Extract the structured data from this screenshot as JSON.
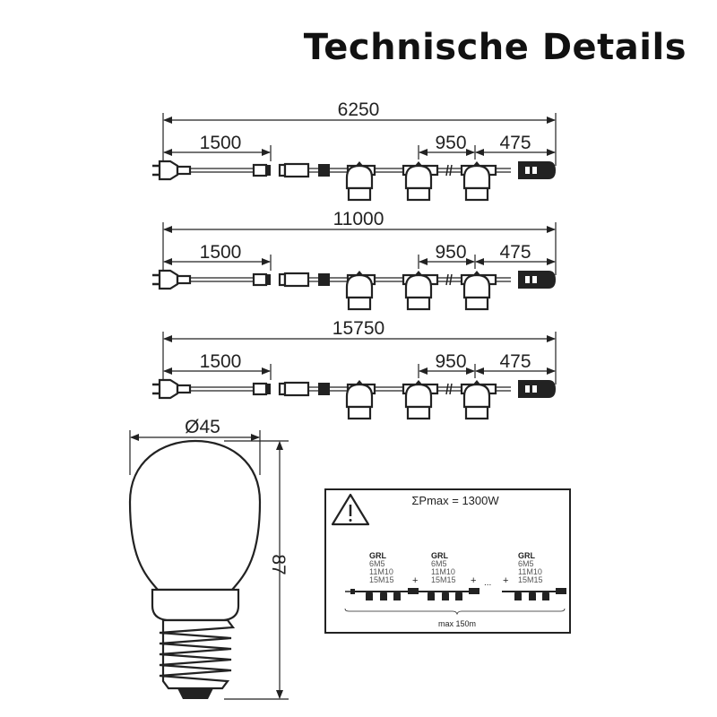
{
  "title": "Technische Details",
  "strings": [
    {
      "total": "6250",
      "lead": "1500",
      "spacing": "950",
      "end": "475"
    },
    {
      "total": "11000",
      "lead": "1500",
      "spacing": "950",
      "end": "475"
    },
    {
      "total": "15750",
      "lead": "1500",
      "spacing": "950",
      "end": "475"
    }
  ],
  "bulb": {
    "diameter": "Ø45",
    "height": "87"
  },
  "notice": {
    "pmax": "ΣPmax = 1300W",
    "models": [
      {
        "name": "GRL",
        "variants": [
          "6M5",
          "11M10",
          "15M15"
        ]
      },
      {
        "name": "GRL",
        "variants": [
          "6M5",
          "11M10",
          "15M15"
        ]
      },
      {
        "name": "GRL",
        "variants": [
          "6M5",
          "11M10",
          "15M15"
        ]
      }
    ],
    "plus": "+",
    "ellipsis": "...",
    "max_length": "max 150m",
    "icon": "warning-triangle-icon"
  }
}
